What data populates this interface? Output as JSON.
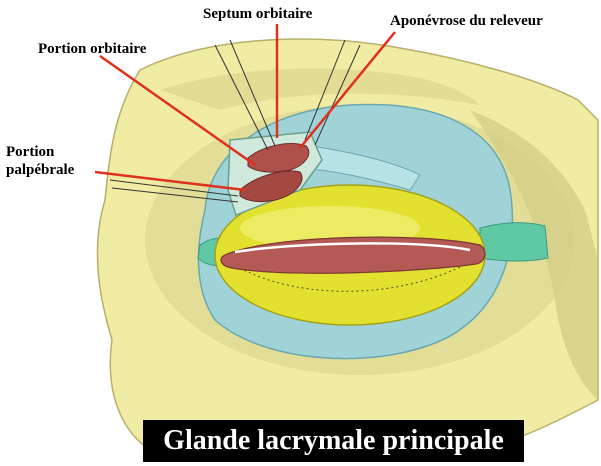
{
  "labels": {
    "septum_orbitaire": "Septum orbitaire",
    "aponevrose": "Aponévrose du releveur",
    "portion_orbitaire": "Portion orbitaire",
    "portion_palpebrale_line1": "Portion",
    "portion_palpebrale_line2": "palpébrale"
  },
  "caption": "Glande lacrymale principale",
  "colors": {
    "bone": "#f0eca4",
    "bone_shadow": "#c9c27a",
    "conjunctiva": "#9fd3d8",
    "eyeball": "#e2e12f",
    "eyelid_margin": "#b45a55",
    "tendon": "#5fc9a6",
    "gland": "#b0504a",
    "leader_line": "#e0301e"
  }
}
